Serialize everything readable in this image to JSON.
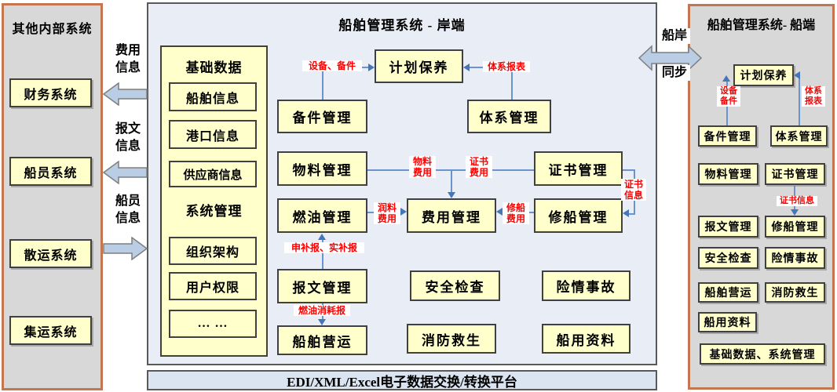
{
  "colors": {
    "panel_gray": "#d8d8d8",
    "panel_border_orange": "#c3764f",
    "center_bg": "#e9eef6",
    "center_border": "#595959",
    "box_yellow": "#ffffcc",
    "box_border": "#404040",
    "block_arrow_fill": "#b9cde5",
    "block_arrow_stroke": "#7f7f7f",
    "connector_blue": "#6b93cf",
    "label_red": "#ff0000",
    "bar_bg": "#dbe5f1"
  },
  "left_panel": {
    "title": "其他内部系统",
    "systems": [
      "财务系统",
      "船员系统",
      "散运系统",
      "集运系统"
    ]
  },
  "gap_flows": {
    "fee_info": "费用\n信息",
    "message_info": "报文\n信息",
    "crew_info": "船员\n信息"
  },
  "shore": {
    "title": "船舶管理系统 - 岸端",
    "base_column": {
      "header_base": "基础数据",
      "base_items": [
        "船舶信息",
        "港口信息",
        "供应商信息"
      ],
      "header_sys": "系统管理",
      "sys_items": [
        "组织架构",
        "用户权限",
        "… …"
      ]
    },
    "modules": {
      "plan": "计划保养",
      "spare": "备件管理",
      "system": "体系管理",
      "material": "物料管理",
      "cert": "证书管理",
      "fuel": "燃油管理",
      "cost": "费用管理",
      "repair": "修船管理",
      "message": "报文管理",
      "safety": "安全检查",
      "incident": "险情事故",
      "operation": "船舶营运",
      "fire": "消防救生",
      "shipdoc": "船用资料"
    },
    "flow_labels": {
      "equip": "设备、备件",
      "sys_report": "体系报表",
      "material_cost": "物料\n费用",
      "cert_cost": "证书\n费用",
      "lube_cost": "润料\n费用",
      "repair_cost": "修船\n费用",
      "cert_info": "证书\n信息",
      "supplement": "申补报、实补报",
      "fuel_report": "燃油消耗报"
    }
  },
  "sync": {
    "top": "船岸",
    "bottom": "同步"
  },
  "ship": {
    "title": "船舶管理系统- 船端",
    "modules": {
      "plan": "计划保养",
      "spare": "备件管理",
      "system": "体系管理",
      "material": "物料管理",
      "cert": "证书管理",
      "message": "报文管理",
      "repair": "修船管理",
      "safety": "安全检查",
      "incident": "险情事故",
      "operation": "船舶营运",
      "fire": "消防救生",
      "shipdoc": "船用资料",
      "base_sys": "基础数据、系统管理"
    },
    "flow_labels": {
      "equip": "设备\n备件",
      "sys_report": "体系\n报表",
      "cert_info": "证书信息"
    }
  },
  "platform_bar": "EDI/XML/Excel电子数据交换/转换平台"
}
